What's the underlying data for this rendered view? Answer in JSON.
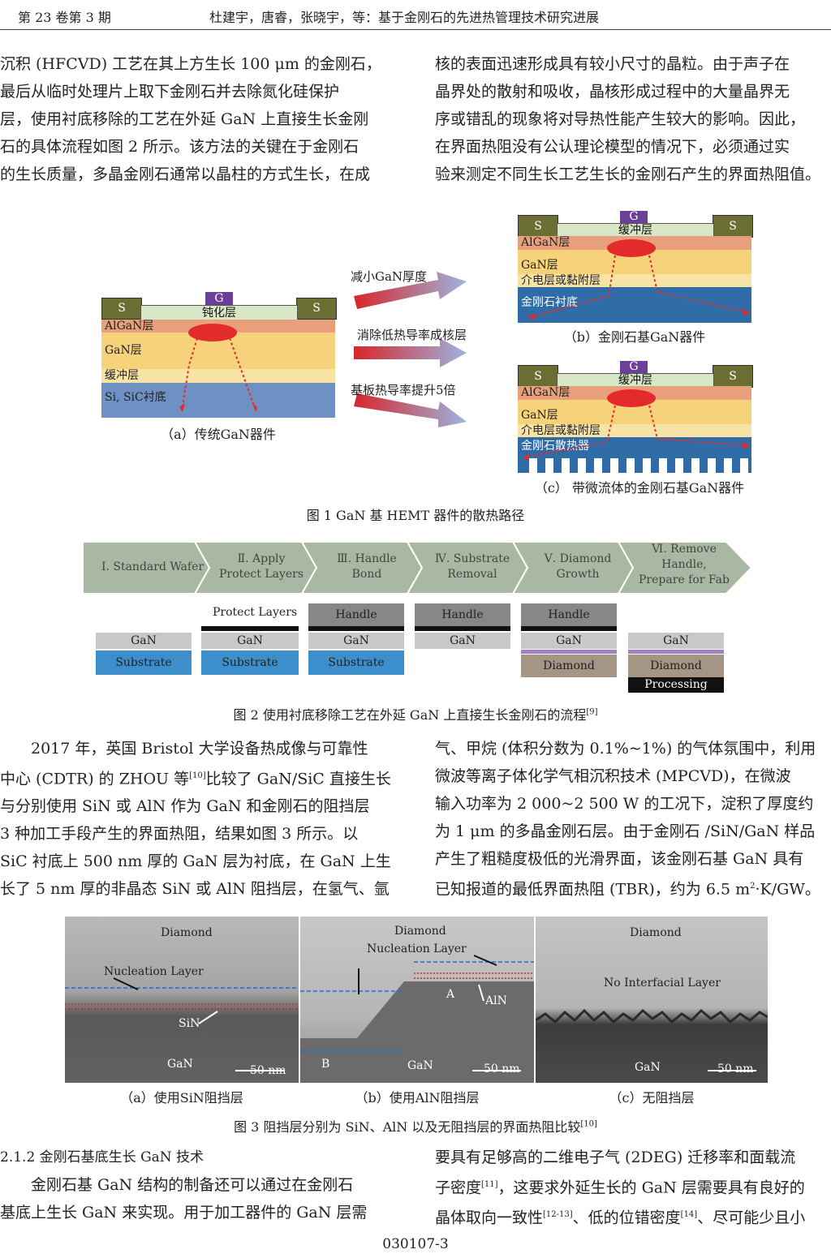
{
  "header": {
    "left": "第 23 卷第 3 期",
    "right": "杜建宇，唐睿，张晓宇，等：基于金刚石的先进热管理技术研究进展"
  },
  "col1_top": [
    "沉积 (HFCVD) 工艺在其上方生长 100 μm 的金刚石，",
    "最后从临时处理片上取下金刚石并去除氮化硅保护",
    "层，使用衬底移除的工艺在外延 GaN 上直接生长金刚",
    "石的具体流程如图 2 所示。该方法的关键在于金刚石",
    "的生长质量，多晶金刚石通常以晶柱的方式生长，在成"
  ],
  "col2_top": [
    "核的表面迅速形成具有较小尺寸的晶粒。由于声子在",
    "晶界处的散射和吸收，晶核形成过程中的大量晶界无",
    "序或错乱的现象将对导热性能产生较大的影响。因此，",
    "在界面热阻没有公认理论模型的情况下，必须通过实",
    "验来测定不同生长工艺生长的金刚石产生的界面热阻值。"
  ],
  "fig1": {
    "a": {
      "S_left": "S",
      "S_right": "S",
      "G": "G",
      "passivation": "钝化层",
      "algan": "AlGaN层",
      "gan": "GaN层",
      "buffer": "缓冲层",
      "substrate": "Si, SiC衬底",
      "caption": "（a）传统GaN器件"
    },
    "b": {
      "S_left": "S",
      "S_right": "S",
      "G": "G",
      "buffer": "缓冲层",
      "algan": "AlGaN层",
      "gan": "GaN层",
      "dielectric": "介电层或黏附层",
      "substrate": "金刚石衬底",
      "caption": "（b）金刚石基GaN器件"
    },
    "c": {
      "S_left": "S",
      "S_right": "S",
      "G": "G",
      "buffer": "缓冲层",
      "algan": "AlGaN层",
      "gan": "GaN层",
      "dielectric": "介电层或黏附层",
      "substrate": "金刚石散热器",
      "caption": "（c） 带微流体的金刚石基GaN器件"
    },
    "arrows": [
      "减小GaN厚度",
      "消除低热导率成核层",
      "基板热导率提升5倍"
    ],
    "caption": "图 1   GaN 基 HEMT 器件的散热路径"
  },
  "fig2": {
    "steps": [
      [
        "Ⅰ. Standard Wafer"
      ],
      [
        "Ⅱ. Apply",
        "Protect Layers"
      ],
      [
        "Ⅲ. Handle",
        "Bond"
      ],
      [
        "Ⅳ. Substrate",
        "Removal"
      ],
      [
        "Ⅴ. Diamond",
        "Growth"
      ],
      [
        "Ⅵ. Remove",
        "Handle,",
        "Prepare for Fab"
      ]
    ],
    "protect_label": "Protect Layers",
    "gan": "GaN",
    "substrate": "Substrate",
    "handle": "Handle",
    "diamond": "Diamond",
    "carrier": "Processing Carrier",
    "caption": "图 2   使用衬底移除工艺在外延 GaN 上直接生长金刚石的流程",
    "ref": "[9]"
  },
  "col1_mid": [
    "2017 年，英国 Bristol 大学设备热成像与可靠性",
    "中心 (CDTR) 的 ZHOU 等",
    "比较了 GaN/SiC 直接生长",
    "与分别使用 SiN 或 AlN 作为 GaN 和金刚石的阻挡层",
    "3 种加工手段产生的界面热阻，结果如图 3 所示。以",
    "SiC 衬底上 500 nm 厚的 GaN 层为衬底，在 GaN 上生",
    "长了 5 nm 厚的非晶态 SiN 或 AlN 阻挡层，在氢气、氩"
  ],
  "ref10": "[10]",
  "col2_mid": [
    "气、甲烷 (体积分数为 0.1%~1%) 的气体氛围中，利用",
    "微波等离子体化学气相沉积技术 (MPCVD)，在微波",
    "输入功率为 2 000~2 500 W 的工况下，淀积了厚度约",
    "为 1 μm 的多晶金刚石层。由于金刚石 /SiN/GaN 样品",
    "产生了粗糙度极低的光滑界面，该金刚石基 GaN 具有",
    "已知报道的最低界面热阻 (TBR)，约为 6.5 m",
    "·K/GW。"
  ],
  "sq": "2",
  "fig3": {
    "a": {
      "diamond": "Diamond",
      "nucleation": "Nucleation Layer",
      "barrier": "SiN",
      "gan": "GaN",
      "scale": "50 nm",
      "caption": "（a）使用SiN阻挡层"
    },
    "b": {
      "diamond": "Diamond",
      "nucleation": "Nucleation Layer",
      "barrier": "AlN",
      "A": "A",
      "B": "B",
      "gan": "GaN",
      "scale": "50 nm",
      "caption": "（b）使用AlN阻挡层"
    },
    "c": {
      "diamond": "Diamond",
      "nolayer": "No Interfacial Layer",
      "gan": "GaN",
      "scale": "50 nm",
      "caption": "（c）无阻挡层"
    },
    "caption": "图 3   阻挡层分别为 SiN、AlN 以及无阻挡层的界面热阻比较",
    "ref": "[10]"
  },
  "section": "2.1.2   金刚石基底生长 GaN 技术",
  "col1_bot": [
    "金刚石基 GaN 结构的制备还可以通过在金刚石",
    "基底上生长 GaN 来实现。用于加工器件的 GaN 层需"
  ],
  "col2_bot": [
    "要具有足够高的二维电子气 (2DEG) 迁移率和面载流",
    "子密度",
    "，这要求外延生长的 GaN 层需要具有良好的",
    "晶体取向一致性",
    "、低的位错密度",
    "、尽可能少且小"
  ],
  "refs_bot": [
    "[11]",
    "[12-13]",
    "[14]"
  ],
  "page_number": "030107-3"
}
